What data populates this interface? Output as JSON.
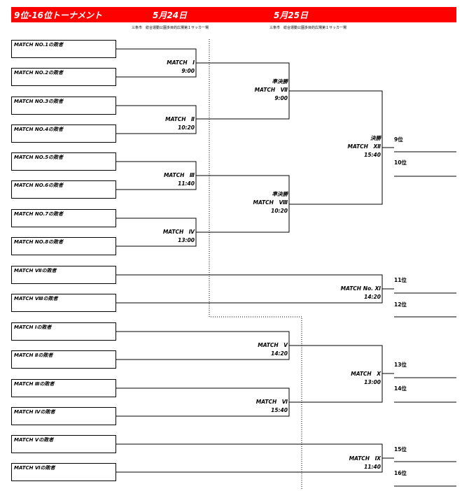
{
  "header": {
    "title": "9位-16位トーナメント",
    "day1": "5月24日",
    "day2": "5月25日",
    "venue1": "三条市　総合運動公園多目的広場第１サッカー場",
    "venue2": "三条市　総合運動公園多目的広場第１サッカー場"
  },
  "teams": [
    "MATCH NO.1の敗者",
    "MATCH NO.2の敗者",
    "MATCH NO.3の敗者",
    "MATCH NO.4の敗者",
    "MATCH NO.5の敗者",
    "MATCH NO.6の敗者",
    "MATCH NO.7の敗者",
    "MATCH NO.8の敗者",
    "MATCH Ⅶの敗者",
    "MATCH Ⅷの敗者",
    "MATCH Ⅰの敗者",
    "MATCH Ⅱの敗者",
    "MATCH Ⅲの敗者",
    "MATCH Ⅳの敗者",
    "MATCH Ⅴの敗者",
    "MATCH Ⅵの敗者"
  ],
  "matches": {
    "m1": {
      "name": "MATCH　Ⅰ",
      "time": "9:00"
    },
    "m2": {
      "name": "MATCH　Ⅱ",
      "time": "10:20"
    },
    "m3": {
      "name": "MATCH　Ⅲ",
      "time": "11:40"
    },
    "m4": {
      "name": "MATCH　Ⅳ",
      "time": "13:00"
    },
    "m7": {
      "round": "準決勝",
      "name": "MATCH　Ⅶ",
      "time": "9:00"
    },
    "m8": {
      "round": "準決勝",
      "name": "MATCH　Ⅷ",
      "time": "10:20"
    },
    "m12": {
      "round": "決勝",
      "name": "MATCH　Ⅻ",
      "time": "15:40"
    },
    "m11": {
      "name": "MATCH No. Ⅺ",
      "time": "14:20"
    },
    "m5": {
      "name": "MATCH　Ⅴ",
      "time": "14:20"
    },
    "m6": {
      "name": "MATCH　Ⅵ",
      "time": "15:40"
    },
    "m10": {
      "name": "MATCH　Ⅹ",
      "time": "13:00"
    },
    "m9": {
      "name": "MATCH　Ⅸ",
      "time": "11:40"
    }
  },
  "places": [
    "9位",
    "10位",
    "11位",
    "12位",
    "13位",
    "14位",
    "15位",
    "16位"
  ]
}
